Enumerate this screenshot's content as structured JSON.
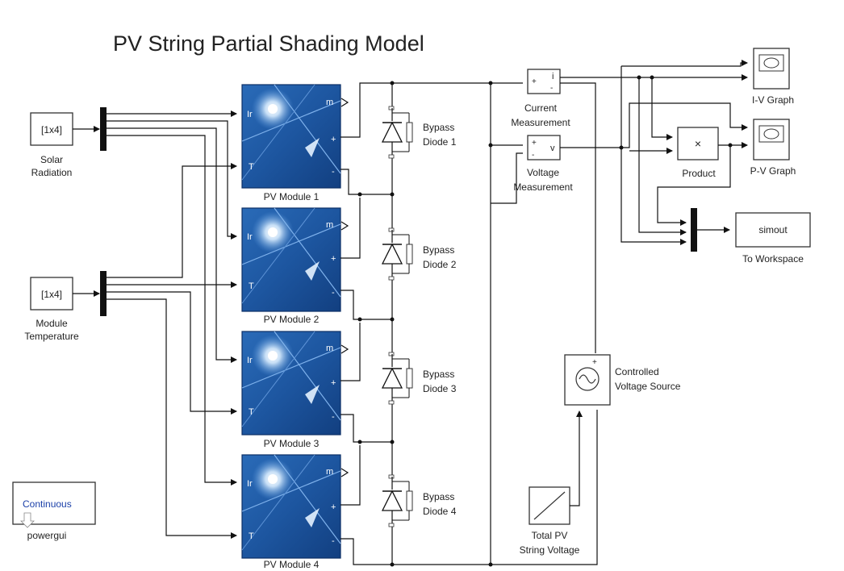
{
  "title": "PV String Partial Shading Model",
  "colors": {
    "panel": "#1f5fa8",
    "wire": "#111111",
    "block_border": "#333333",
    "powergui_text": "#1a3fa8"
  },
  "blocks": {
    "solar_const": {
      "value": "[1x4]",
      "label_line1": "Solar",
      "label_line2": "Radiation"
    },
    "temp_const": {
      "value": "[1x4]",
      "label_line1": "Module",
      "label_line2": "Temperature"
    },
    "pv_modules": [
      {
        "label": "PV Module 1"
      },
      {
        "label": "PV Module 2"
      },
      {
        "label": "PV Module 3"
      },
      {
        "label": "PV Module 4"
      }
    ],
    "pv_ports": {
      "irradiance": "Ir",
      "temperature": "T",
      "measure": "m",
      "plus": "+",
      "minus": "-"
    },
    "diodes": [
      {
        "line1": "Bypass",
        "line2": "Diode 1"
      },
      {
        "line1": "Bypass",
        "line2": "Diode 2"
      },
      {
        "line1": "Bypass",
        "line2": "Diode 3"
      },
      {
        "line1": "Bypass",
        "line2": "Diode 4"
      }
    ],
    "current_meas": {
      "line1": "Current",
      "line2": "Measurement",
      "plus": "+",
      "minus": "-",
      "out": "i"
    },
    "voltage_meas": {
      "line1": "Voltage",
      "line2": "Measurement",
      "plus": "+",
      "minus": "-",
      "out": "v"
    },
    "product": {
      "symbol": "×",
      "label": "Product"
    },
    "iv_scope": {
      "label": "I-V Graph"
    },
    "pv_scope": {
      "label": "P-V Graph"
    },
    "simout": {
      "value": "simout",
      "label": "To Workspace"
    },
    "cvs": {
      "line1": "Controlled",
      "line2": "Voltage Source",
      "plus": "+"
    },
    "ramp": {
      "line1": "Total PV",
      "line2": "String Voltage"
    },
    "powergui": {
      "value": "Continuous",
      "label": "powergui"
    }
  }
}
